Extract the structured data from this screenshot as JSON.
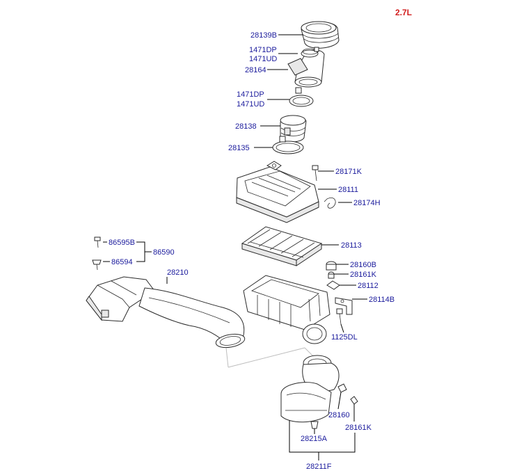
{
  "variant_label": "2.7L",
  "colors": {
    "label_text": "#1a1a9c",
    "variant_text": "#d22020",
    "leader_line": "#000000"
  },
  "part_labels": {
    "p28139B": "28139B",
    "p1471DP_a": "1471DP",
    "p1471UD_a": "1471UD",
    "p28164": "28164",
    "p1471DP_b": "1471DP",
    "p1471UD_b": "1471UD",
    "p28138": "28138",
    "p28135": "28135",
    "p28171K": "28171K",
    "p28111": "28111",
    "p28174H": "28174H",
    "p28113": "28113",
    "p86595B": "86595B",
    "p86590": "86590",
    "p86594": "86594",
    "p28160B": "28160B",
    "p28161K_a": "28161K",
    "p28112": "28112",
    "p28114B": "28114B",
    "p28210": "28210",
    "p1125DL": "1125DL",
    "p28160": "28160",
    "p28161K_b": "28161K",
    "p28215A": "28215A",
    "p28211F": "28211F"
  }
}
